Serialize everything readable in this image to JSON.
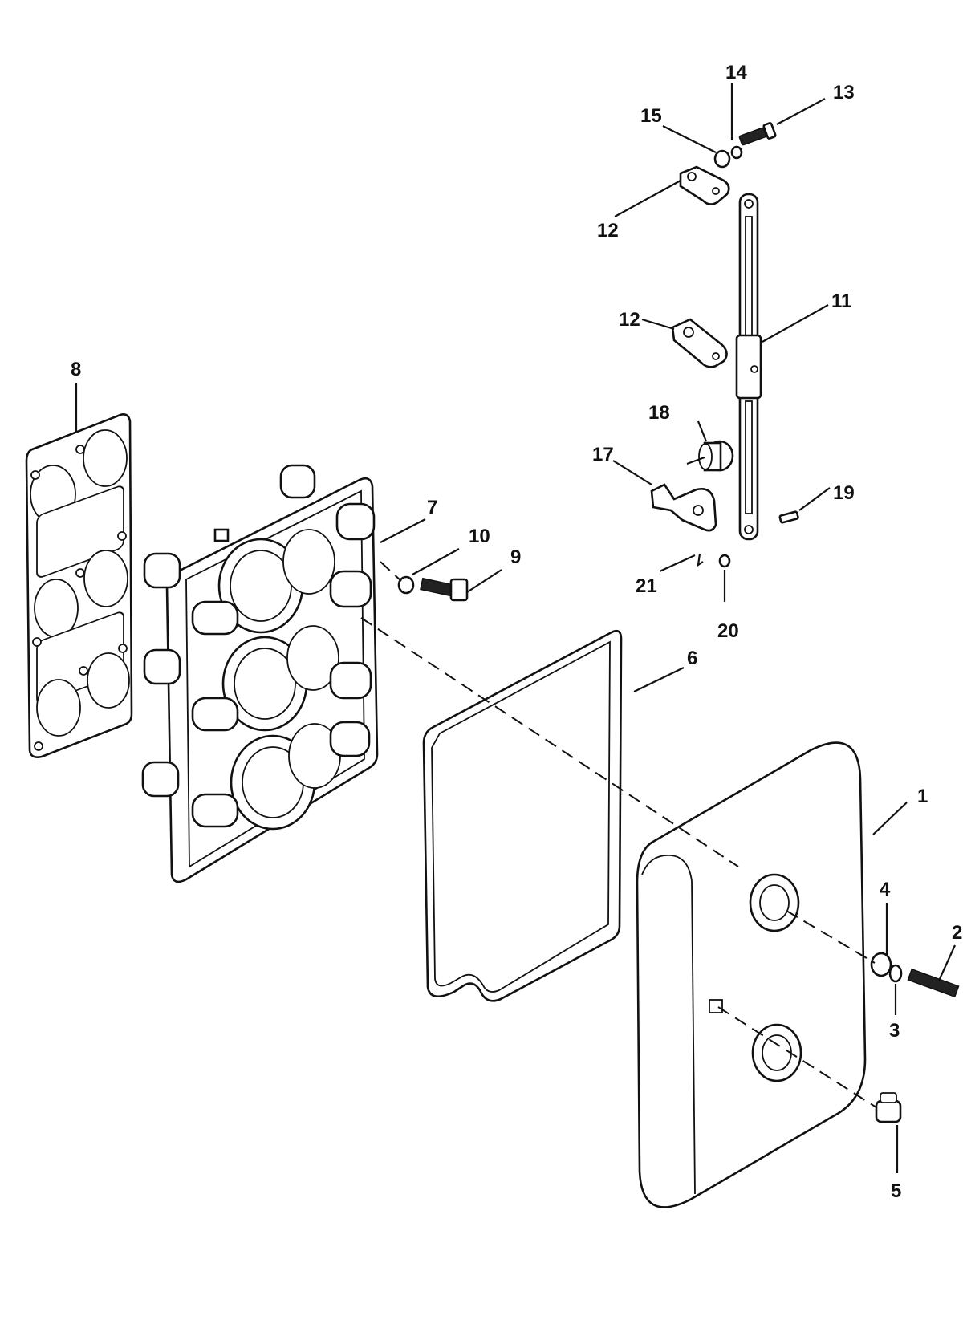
{
  "callouts": [
    "1",
    "2",
    "3",
    "4",
    "5",
    "6",
    "7",
    "8",
    "9",
    "10",
    "11",
    "12",
    "12",
    "13",
    "14",
    "15",
    "17",
    "18",
    "19",
    "20",
    "21"
  ]
}
